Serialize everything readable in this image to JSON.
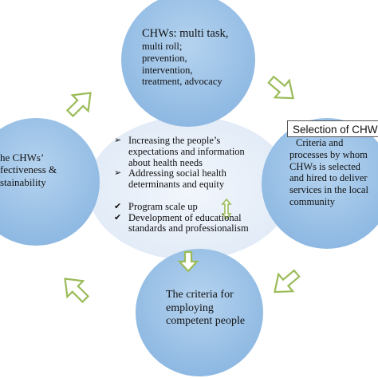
{
  "nodes": {
    "top": {
      "lines": [
        "CHWs: multi task,",
        "multi roll;",
        "prevention,",
        "intervention,",
        "treatment, advocacy"
      ],
      "fill": "#9dc3e6"
    },
    "left": {
      "lines": [
        "he CHWs’",
        "fectiveness &",
        "stainability"
      ],
      "fill": "#9dc3e6"
    },
    "right": {
      "heading": "Selection of CHW",
      "lines": [
        "Criteria and",
        "processes by whom",
        "CHWs is selected",
        "and hired to deliver",
        "services in the local",
        "community"
      ],
      "fill": "#9dc3e6"
    },
    "bottom": {
      "lines": [
        "The criteria  for",
        "employing",
        "competent  people"
      ],
      "fill": "#9dc3e6"
    }
  },
  "center": {
    "items": [
      {
        "marker": "➢",
        "lines": [
          "Increasing the people’s",
          "expectations and information",
          "about  health needs"
        ]
      },
      {
        "marker": "➢",
        "lines": [
          "Addressing  social health",
          "determinants and equity"
        ]
      },
      {
        "marker": "✔",
        "lines": [
          "Program  scale up"
        ]
      },
      {
        "marker": "✔",
        "lines": [
          "Development of educational",
          "standards and professionalism"
        ]
      }
    ],
    "fill": "#e3edf8"
  },
  "colors": {
    "arrow_outline": "#9bbb59",
    "circle_fill": "#9dc3e6",
    "circle_edge": "#7fa9d6"
  }
}
